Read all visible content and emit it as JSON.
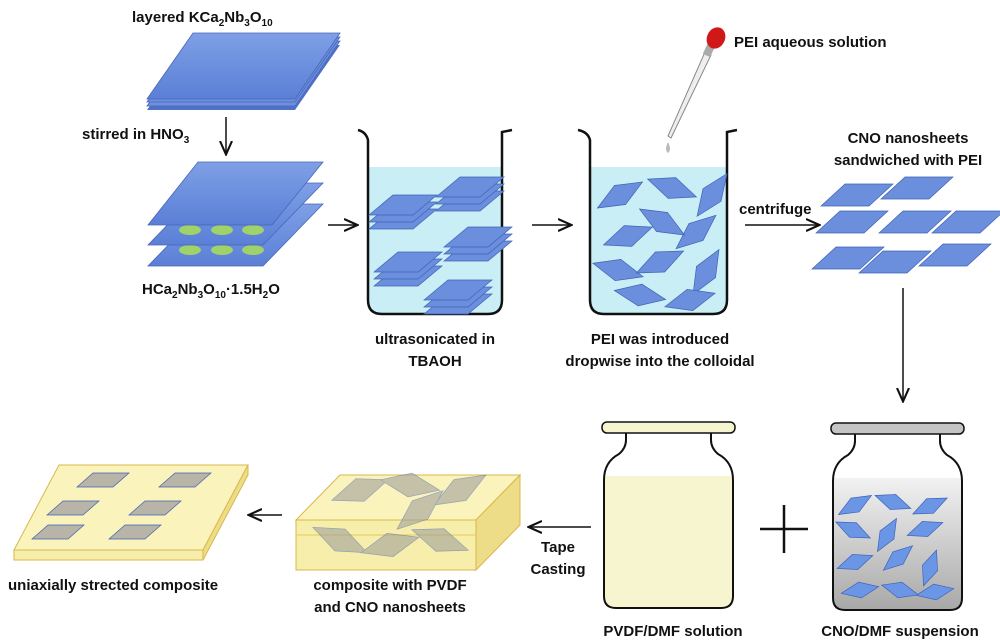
{
  "labels": {
    "layered": [
      "layered KCa",
      "2",
      "Nb",
      "3",
      "O",
      "10"
    ],
    "stirred": [
      "stirred in HNO",
      "3"
    ],
    "hcno": [
      "HCa",
      "2",
      "Nb",
      "3",
      "O",
      "10",
      "·1.5H",
      "2",
      "O"
    ],
    "ultrasonicated": [
      "ultrasonicated in",
      "TBAOH"
    ],
    "pei_solution": "PEI aqueous solution",
    "pei_intro": [
      "PEI was introduced",
      "dropwise into the colloidal"
    ],
    "centrifuge": "centrifuge",
    "cno_sandwich": [
      "CNO nanosheets",
      "sandwiched with PEI"
    ],
    "pvdf_dmf": "PVDF/DMF solution",
    "cno_dmf": "CNO/DMF suspension",
    "tape_casting": [
      "Tape",
      "Casting"
    ],
    "composite": [
      "composite with PVDF",
      "and CNO nanosheets"
    ],
    "stretched": "uniaxially strected composite"
  },
  "colors": {
    "sheet": "#6b8fdc",
    "sheet_edge": "#3f63b8",
    "intercalant": "#9fd36a",
    "water": "#c9eef5",
    "pvdf": "#f7f5cf",
    "composite": "#f6eeaa",
    "dropper_bulb": "#d01818",
    "cno_suspension": "#c4c4c4"
  }
}
